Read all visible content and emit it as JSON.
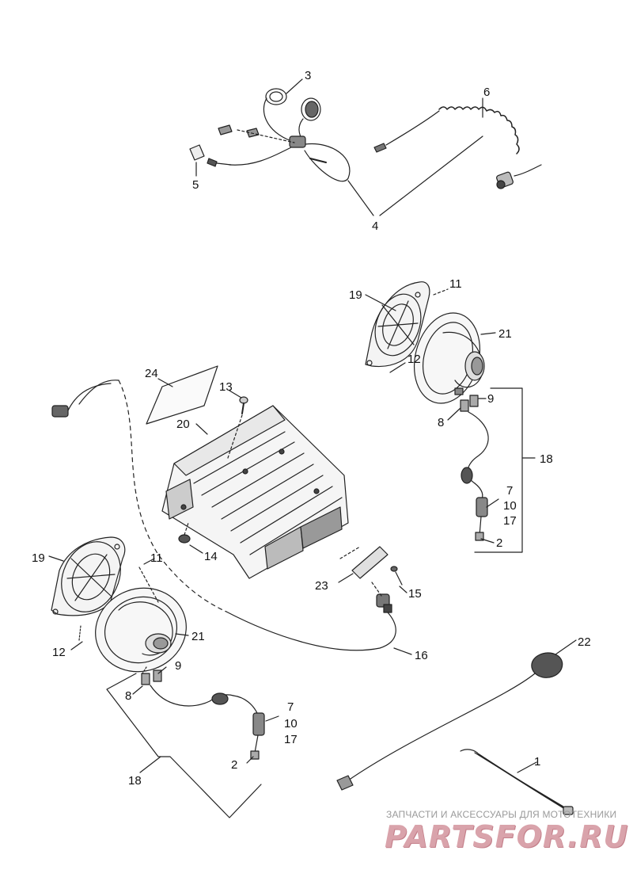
{
  "callouts": [
    {
      "id": "c1",
      "text": "1"
    },
    {
      "id": "c2a",
      "text": "2"
    },
    {
      "id": "c2b",
      "text": "2"
    },
    {
      "id": "c3",
      "text": "3"
    },
    {
      "id": "c4",
      "text": "4"
    },
    {
      "id": "c5",
      "text": "5"
    },
    {
      "id": "c6",
      "text": "6"
    },
    {
      "id": "c7a",
      "text": "7"
    },
    {
      "id": "c7b",
      "text": "7"
    },
    {
      "id": "c8a",
      "text": "8"
    },
    {
      "id": "c8b",
      "text": "8"
    },
    {
      "id": "c9a",
      "text": "9"
    },
    {
      "id": "c9b",
      "text": "9"
    },
    {
      "id": "c10a",
      "text": "10"
    },
    {
      "id": "c10b",
      "text": "10"
    },
    {
      "id": "c11a",
      "text": "11"
    },
    {
      "id": "c11b",
      "text": "11"
    },
    {
      "id": "c12a",
      "text": "12"
    },
    {
      "id": "c12b",
      "text": "12"
    },
    {
      "id": "c13",
      "text": "13"
    },
    {
      "id": "c14",
      "text": "14"
    },
    {
      "id": "c15",
      "text": "15"
    },
    {
      "id": "c16",
      "text": "16"
    },
    {
      "id": "c17a",
      "text": "17"
    },
    {
      "id": "c17b",
      "text": "17"
    },
    {
      "id": "c18a",
      "text": "18"
    },
    {
      "id": "c18b",
      "text": "18"
    },
    {
      "id": "c19a",
      "text": "19"
    },
    {
      "id": "c19b",
      "text": "19"
    },
    {
      "id": "c20",
      "text": "20"
    },
    {
      "id": "c21a",
      "text": "21"
    },
    {
      "id": "c21b",
      "text": "21"
    },
    {
      "id": "c22",
      "text": "22"
    },
    {
      "id": "c23",
      "text": "23"
    },
    {
      "id": "c24",
      "text": "24"
    }
  ],
  "watermark": {
    "tagline": "ЗАПЧАСТИ И АКСЕССУАРЫ ДЛЯ МОТОТЕХНИКИ",
    "logo": "PARTSFOR.RU",
    "color": "#d9a3ab"
  }
}
